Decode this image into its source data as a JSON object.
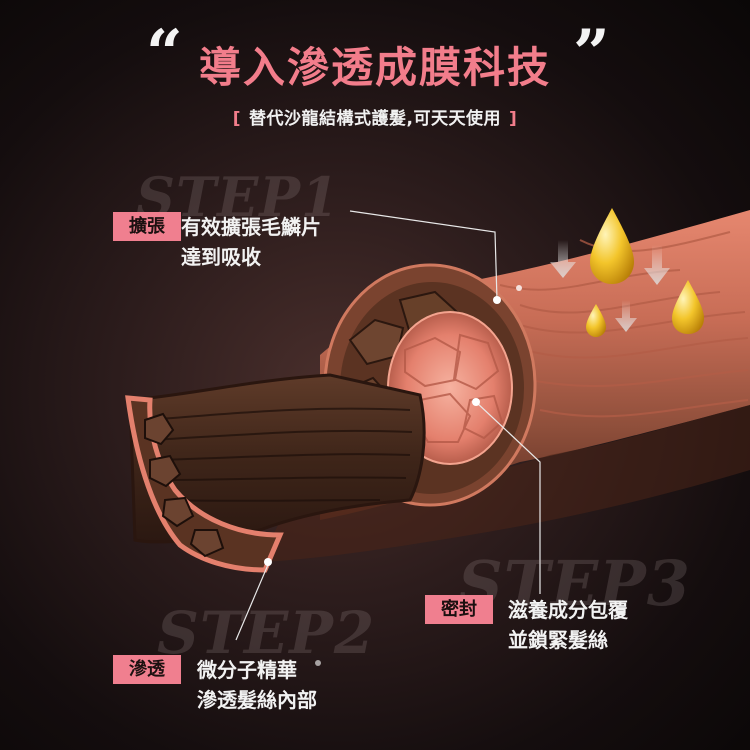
{
  "header": {
    "quote_open": "“",
    "title": "導入滲透成膜科技",
    "quote_close": "”",
    "subtitle_left": "[",
    "subtitle": "替代沙龍結構式護髮,可天天使用",
    "subtitle_right": "]"
  },
  "steps": [
    {
      "word": "STEP1",
      "badge": "擴張",
      "lines": [
        "有效擴張毛鱗片",
        "達到吸收"
      ]
    },
    {
      "word": "STEP2",
      "badge": "滲透",
      "lines": [
        "微分子精華",
        "滲透髮絲內部"
      ]
    },
    {
      "word": "STEP3",
      "badge": "密封",
      "lines": [
        "滋養成分包覆",
        "並鎖緊髮絲"
      ]
    }
  ],
  "colors": {
    "accent": "#f07f8f",
    "background": "#1a1111",
    "text": "#f2f2f2"
  }
}
